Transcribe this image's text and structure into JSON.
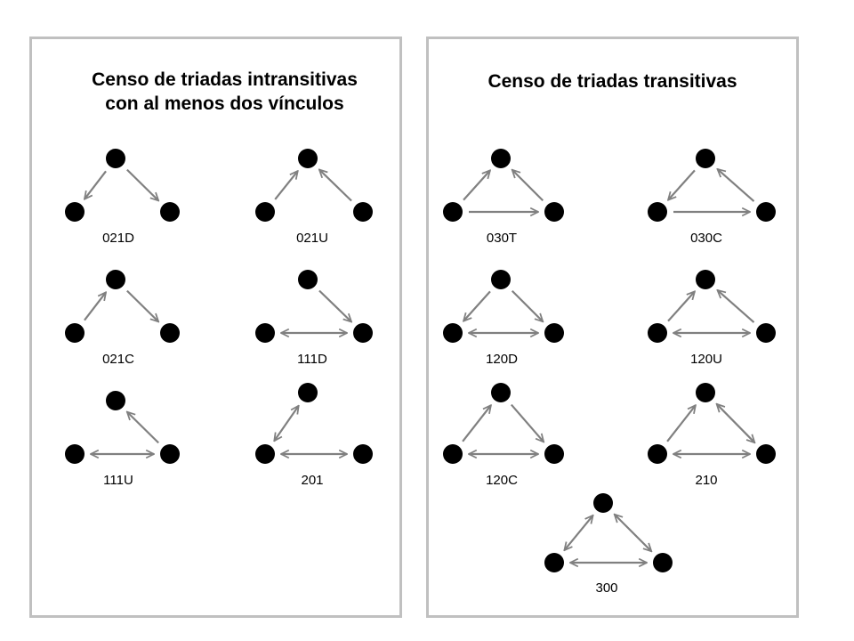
{
  "panels": {
    "left": {
      "title_line1": "Censo de triadas intransitivas",
      "title_line2": "con al menos dos vínculos",
      "triads": [
        {
          "code": "021D",
          "label": "021D"
        },
        {
          "code": "021U",
          "label": "021U"
        },
        {
          "code": "021C",
          "label": "021C"
        },
        {
          "code": "111D",
          "label": "111D"
        },
        {
          "code": "111U",
          "label": "111U"
        },
        {
          "code": "201",
          "label": "201"
        }
      ]
    },
    "right": {
      "title": "Censo de triadas transitivas",
      "triads": [
        {
          "code": "030T",
          "label": "030T"
        },
        {
          "code": "030C",
          "label": "030C"
        },
        {
          "code": "120D",
          "label": "120D"
        },
        {
          "code": "120U",
          "label": "120U"
        },
        {
          "code": "120C",
          "label": "120C"
        },
        {
          "code": "210",
          "label": "210"
        },
        {
          "code": "300",
          "label": "300"
        }
      ]
    }
  },
  "colors": {
    "node": "#000000",
    "edge": "#808080",
    "border": "#c0c0c0"
  }
}
